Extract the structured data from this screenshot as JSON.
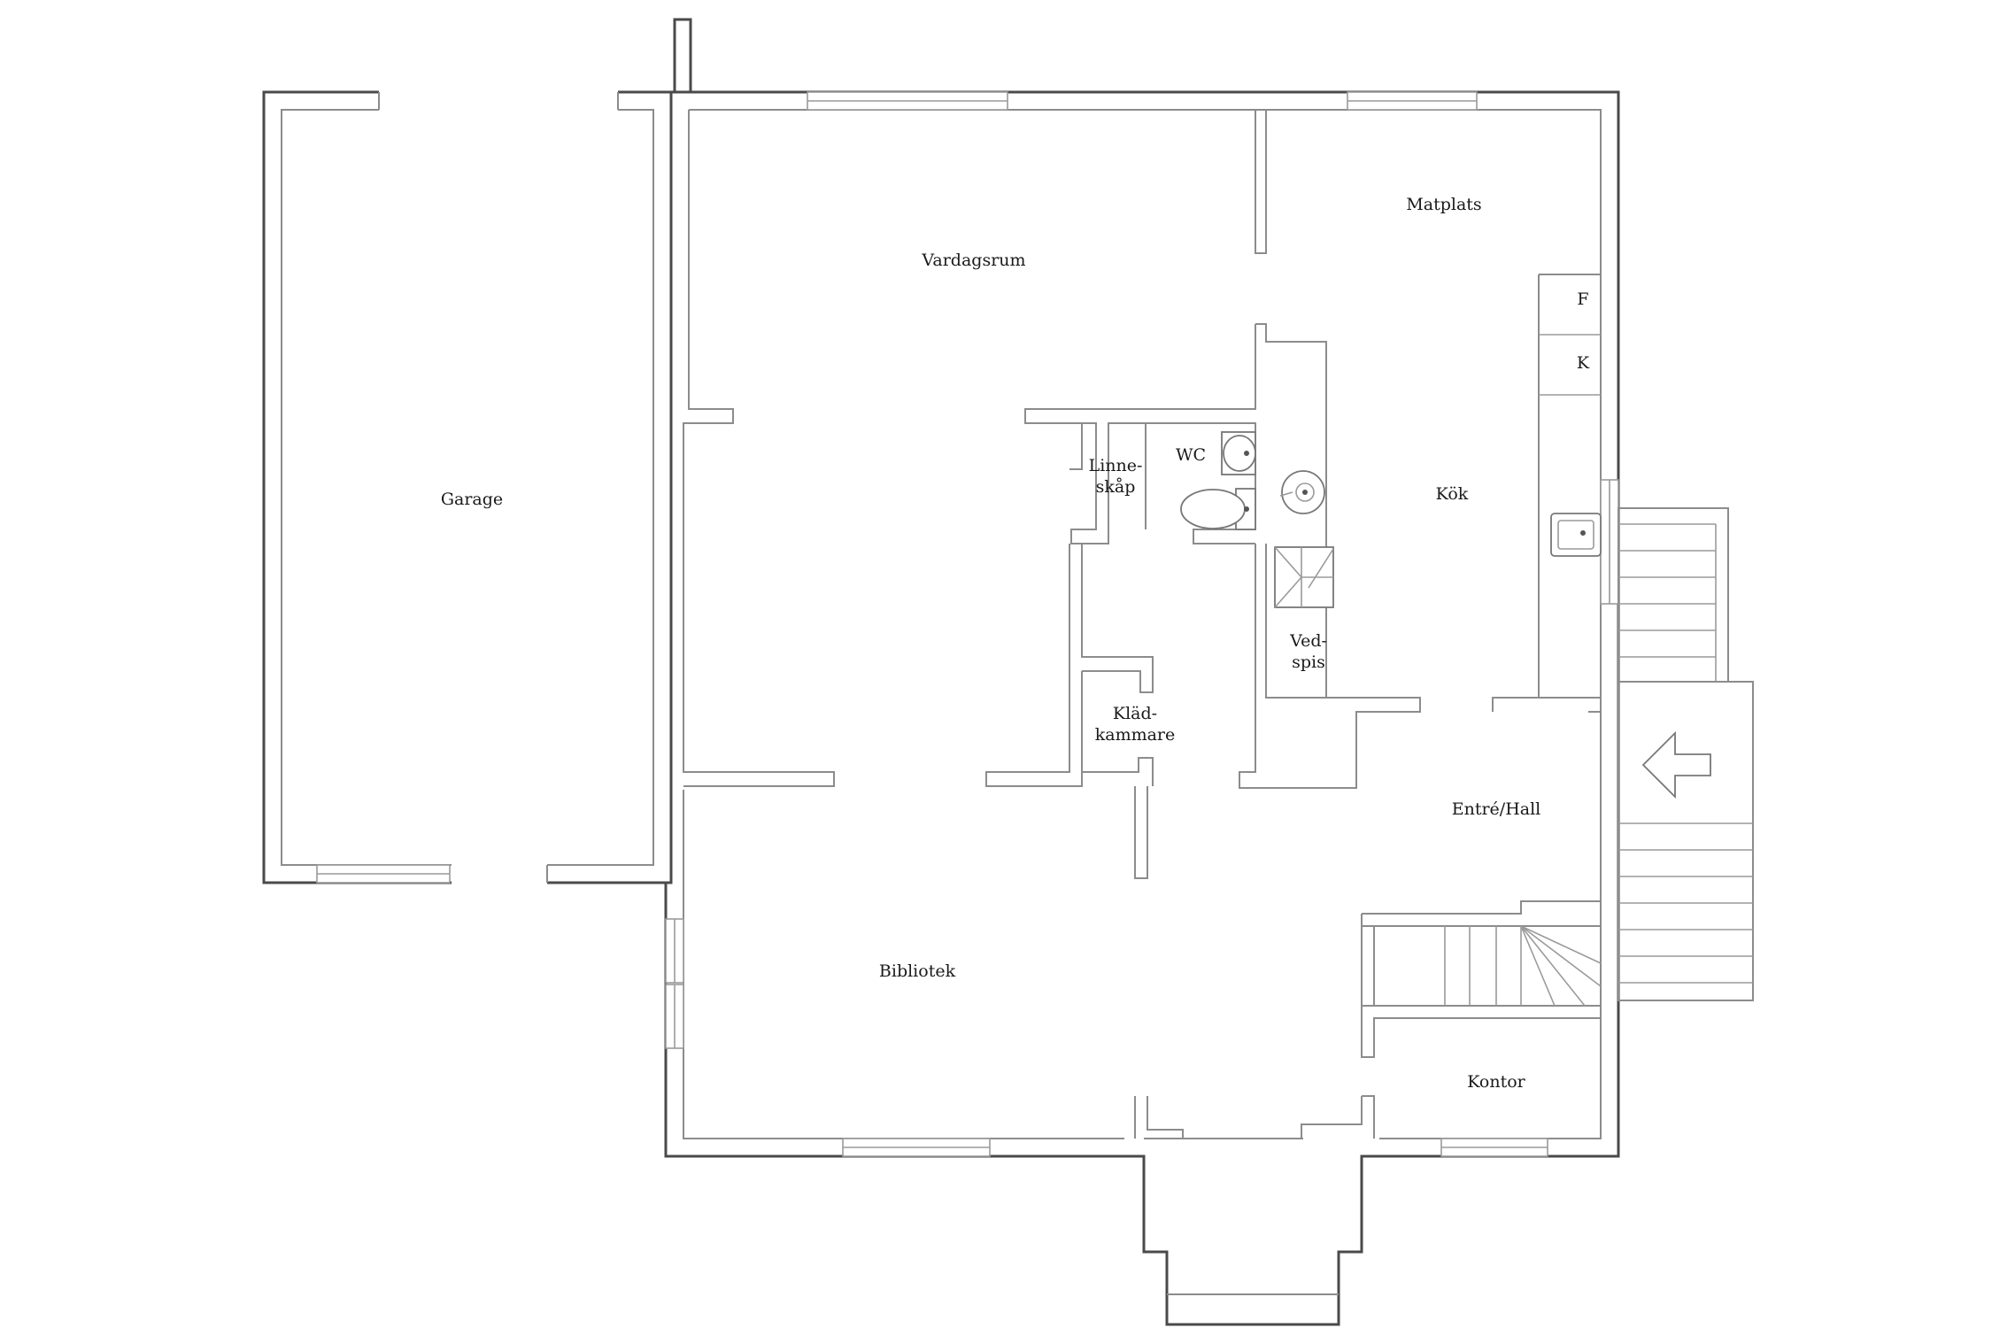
{
  "rooms": {
    "garage": "Garage",
    "vardagsrum": "Vardagsrum",
    "matplats": "Matplats",
    "kok": "Kök",
    "linneskap_1": "Linne-",
    "linneskap_2": "skåp",
    "wc": "WC",
    "vedspis_1": "Ved-",
    "vedspis_2": "spis",
    "kladkammare_1": "Kläd-",
    "kladkammare_2": "kammare",
    "entre_hall": "Entré/Hall",
    "bibliotek": "Bibliotek",
    "kontor": "Kontor"
  },
  "appliances": {
    "freezer": "F",
    "fridge": "K"
  },
  "icons": {
    "entrance": "entrance-arrow-icon",
    "sink": "sink-icon",
    "toilet": "toilet-icon",
    "basin": "washbasin-icon",
    "stove": "wood-stove-icon"
  }
}
